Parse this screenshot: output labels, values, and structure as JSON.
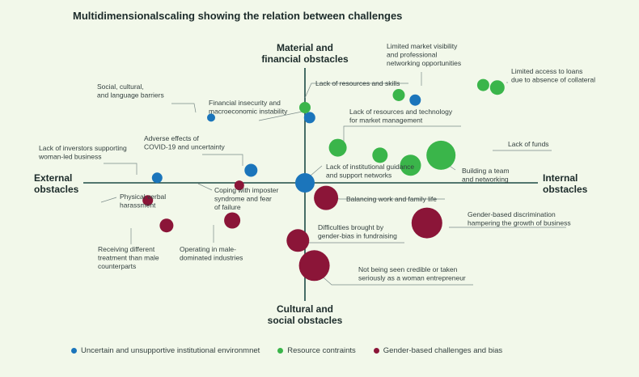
{
  "title": "Multidimensionalscaling showing the relation between challenges",
  "colors": {
    "blue": "#1b75bb",
    "green": "#3ab54a",
    "red": "#8b1538",
    "axis": "#1c4a45",
    "leader": "#7a8a88"
  },
  "chart_data": {
    "type": "scatter",
    "title": "Multidimensionalscaling showing the relation between challenges",
    "axes": {
      "top": [
        "Material and",
        "financial obstacles"
      ],
      "bottom": [
        "Cultural and",
        "social obstacles"
      ],
      "left": [
        "External",
        "obstacles"
      ],
      "right": [
        "Internal",
        "obstacles"
      ]
    },
    "xlim": [
      -10,
      10
    ],
    "ylim": [
      -6,
      6
    ],
    "grid": false,
    "legend_position": "bottom",
    "series": [
      {
        "name": "Uncertain and unsupportive institutional environmnet",
        "color": "#1b75bb",
        "points": [
          {
            "label": [
              "Social, cultural,",
              "and language barriers"
            ],
            "x": -4.0,
            "y": 2.6,
            "size": 5
          },
          {
            "label": [
              "Financial insecurity and",
              "macroeconomic instability"
            ],
            "x": 0.2,
            "y": 2.6,
            "size": 7
          },
          {
            "label": [
              "Adverse effects of",
              "COVID-19 and uncertainty"
            ],
            "x": -2.3,
            "y": 0.5,
            "size": 8
          },
          {
            "label": [
              "Lack of inverstors supporting",
              "woman-led business"
            ],
            "x": -6.3,
            "y": 0.2,
            "size": 6.5
          },
          {
            "label": [
              "Lack of institutional guidance",
              "and support networks"
            ],
            "x": 0.0,
            "y": 0.0,
            "size": 12
          },
          {
            "label": [],
            "x": 4.7,
            "y": 3.3,
            "size": 7
          }
        ]
      },
      {
        "name": "Resource contraints",
        "color": "#3ab54a",
        "points": [
          {
            "label": [
              "Lack of resources and skills"
            ],
            "x": 0.0,
            "y": 3.0,
            "size": 7
          },
          {
            "label": [
              "Limited market visibility",
              "and professional",
              "networking opportunities"
            ],
            "x": 4.0,
            "y": 3.5,
            "size": 7.5
          },
          {
            "label": [
              "Limited access to loans",
              "due to absence of collateral"
            ],
            "x": 8.2,
            "y": 3.8,
            "size": 9
          },
          {
            "label": [],
            "x": 7.6,
            "y": 3.9,
            "size": 7.5
          },
          {
            "label": [
              "Lack of resources and technology",
              "for market management"
            ],
            "x": 1.4,
            "y": 1.4,
            "size": 11
          },
          {
            "label": [],
            "x": 3.2,
            "y": 1.1,
            "size": 9.5
          },
          {
            "label": [
              "Lack of funds"
            ],
            "x": 5.8,
            "y": 1.1,
            "size": 18
          },
          {
            "label": [
              "Building a team",
              "and networking"
            ],
            "x": 4.5,
            "y": 0.7,
            "size": 13
          }
        ]
      },
      {
        "name": "Gender-based challenges and bias",
        "color": "#8b1538",
        "points": [
          {
            "label": [
              "Coping with imposter",
              "syndrome and fear",
              "of failure"
            ],
            "x": -2.8,
            "y": -0.1,
            "size": 6
          },
          {
            "label": [
              "Physical verbal",
              "harassment"
            ],
            "x": -6.7,
            "y": -0.7,
            "size": 6.5
          },
          {
            "label": [
              "Receiving different",
              "treatment than male",
              "counterparts"
            ],
            "x": -5.9,
            "y": -1.7,
            "size": 8.5
          },
          {
            "label": [
              "Operating in male-",
              "dominated industries"
            ],
            "x": -3.1,
            "y": -1.5,
            "size": 10
          },
          {
            "label": [
              "Balancing work and family life"
            ],
            "x": 0.9,
            "y": -0.6,
            "size": 15
          },
          {
            "label": [
              "Gender-based discrimination",
              "hampering the growth of business"
            ],
            "x": 5.2,
            "y": -1.6,
            "size": 19
          },
          {
            "label": [
              "Difficulties brought by",
              "gender-bias in fundraising"
            ],
            "x": -0.3,
            "y": -2.3,
            "size": 14
          },
          {
            "label": [
              "Not being seen credible or taken",
              "seriously as a woman entrepreneur"
            ],
            "x": 0.4,
            "y": -3.3,
            "size": 19
          }
        ]
      }
    ]
  },
  "legend": [
    {
      "label": "Uncertain and unsupportive institutional environmnet",
      "color": "#1b75bb"
    },
    {
      "label": "Resource contraints",
      "color": "#3ab54a"
    },
    {
      "label": "Gender-based challenges and bias",
      "color": "#8b1538"
    }
  ]
}
